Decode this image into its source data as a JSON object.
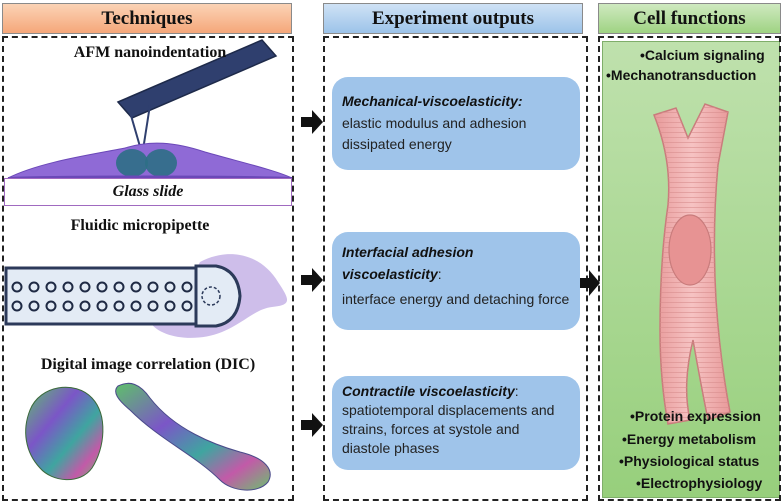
{
  "headers": {
    "techniques": "Techniques",
    "outputs": "Experiment outputs",
    "cell": "Cell functions"
  },
  "techniques": {
    "afm": "AFM nanoindentation",
    "glass": "Glass slide",
    "pipette": "Fluidic micropipette",
    "dic": "Digital image correlation (DIC)"
  },
  "outputs": [
    {
      "title": "Mechanical-viscoelasticity:",
      "suffix": "",
      "lines": [
        "elastic modulus and adhesion",
        "dissipated energy"
      ]
    },
    {
      "title": "Interfacial adhesion viscoelasticity",
      "suffix": ":",
      "lines": [
        "interface energy and detaching force"
      ]
    },
    {
      "title": "Contractile viscoelasticity",
      "suffix": ":",
      "lines": [
        "spatiotemporal displacements and strains, forces at systole and diastole phases"
      ]
    }
  ],
  "cell_functions": {
    "top": [
      "Calcium signaling",
      "Mechanotransduction"
    ],
    "bottom": [
      "Protein expression",
      "Energy metabolism",
      "Physiological status",
      "Electrophysiology"
    ]
  },
  "colors": {
    "techniques_header": "#f5a77a",
    "outputs_header": "#9cc3e9",
    "cell_header": "#9fd383",
    "output_box": "#9fc4ea",
    "cell_panel": "#a8d68f",
    "cell_body": "#f2b6b6"
  }
}
